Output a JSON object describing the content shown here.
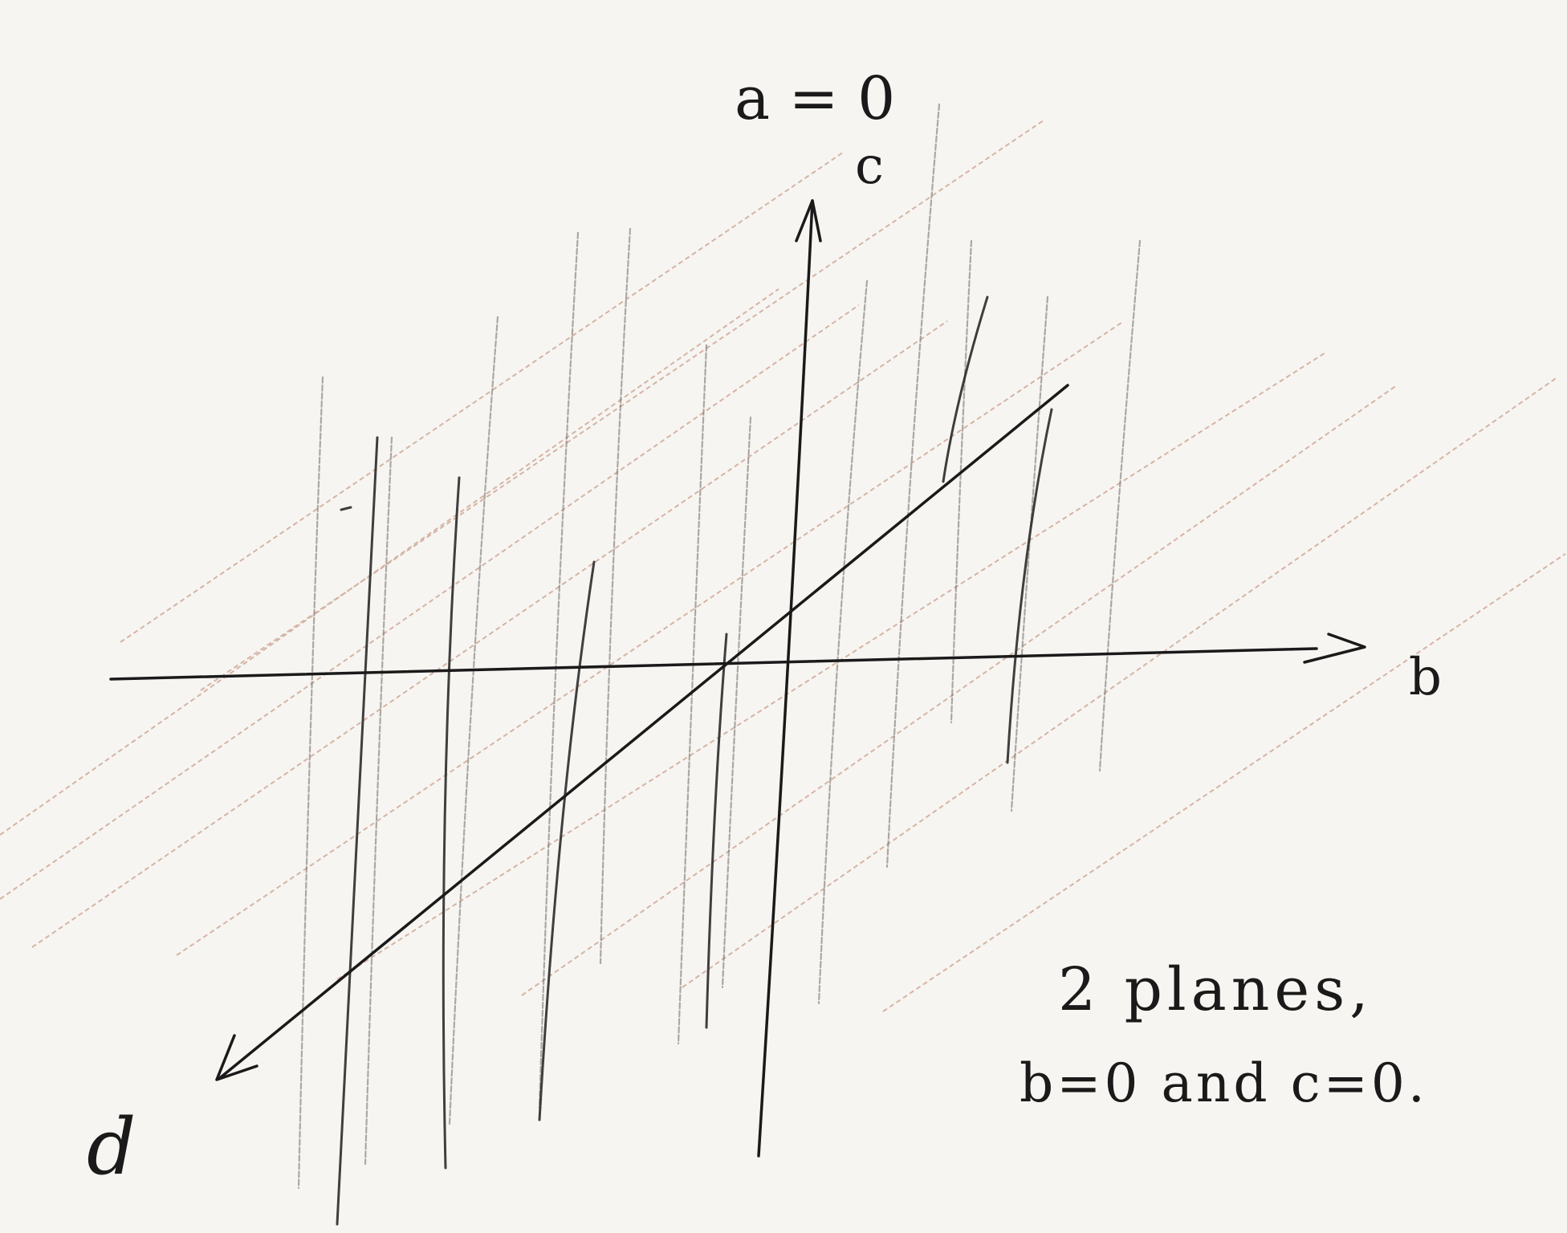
{
  "diagram": {
    "title": "a = 0",
    "axes": [
      {
        "id": "b",
        "label": "b"
      },
      {
        "id": "c",
        "label": "c"
      },
      {
        "id": "d",
        "label": "d"
      }
    ],
    "note": {
      "line1": "2 planes,",
      "line2": "b=0  and  c=0."
    },
    "colors": {
      "ink": "#1a1a1a",
      "pencil": "#6e6a66",
      "red_pencil": "#b8806a",
      "paper": "#f7f5f1"
    }
  }
}
